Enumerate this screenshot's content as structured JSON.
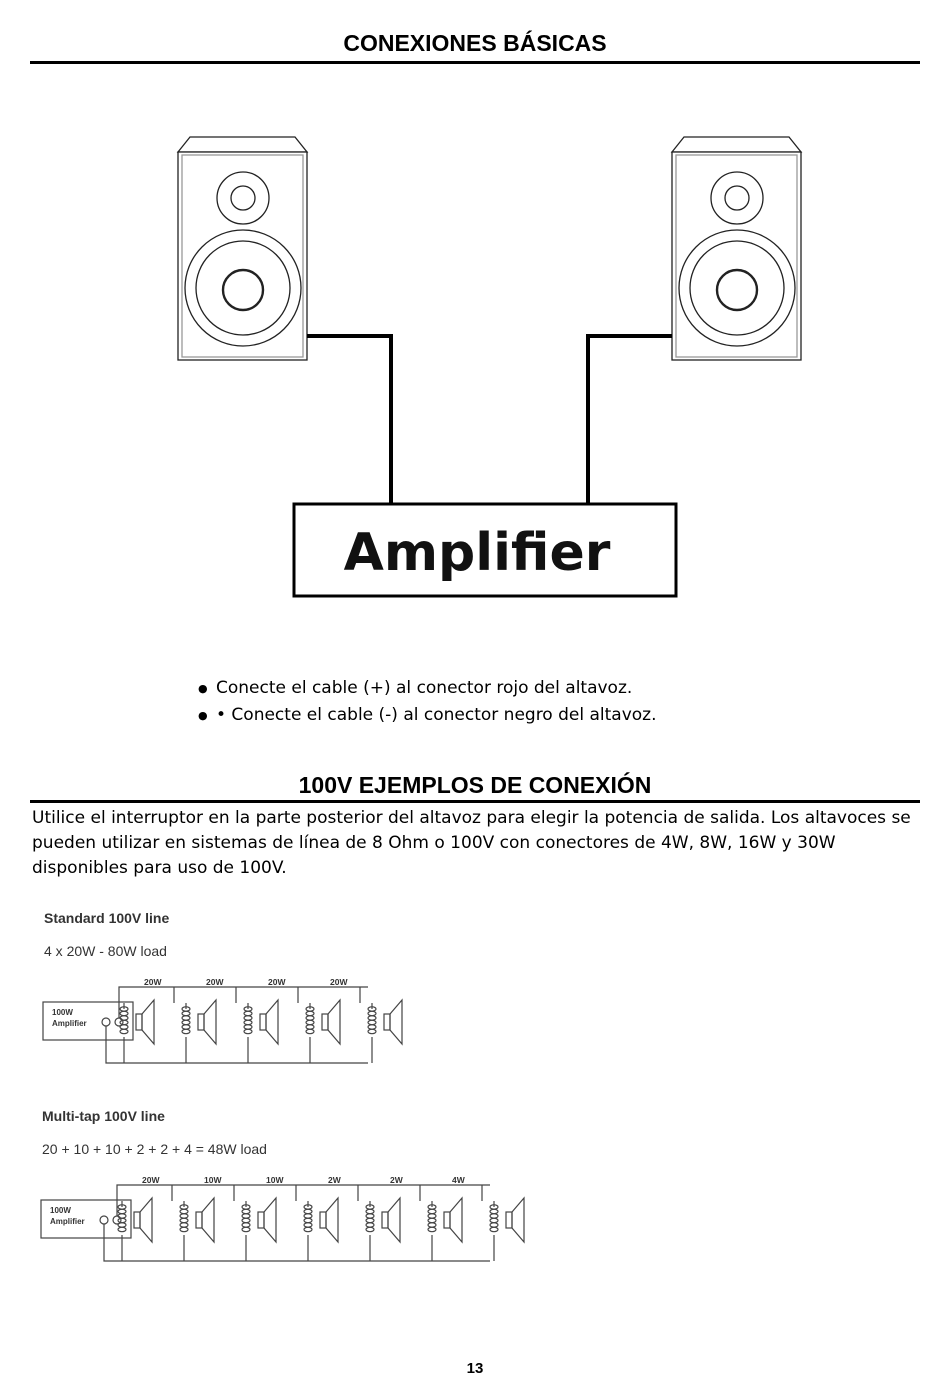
{
  "page": {
    "heading": "CONEXIONES BÁSICAS",
    "page_number": "13"
  },
  "diagram_basic": {
    "amplifier_label": "Amplifier"
  },
  "bullets": [
    "Conecte el cable (+) al conector rojo del altavoz.",
    "• Conecte el cable (-) al conector negro del altavoz."
  ],
  "section2": {
    "heading": "100V EJEMPLOS DE CONEXIÓN",
    "paragraph": "Utilice el interruptor en la parte posterior del altavoz para elegir la potencia de salida. Los altavoces se pueden utilizar en sistemas de línea de 8 Ohm o 100V con conectores de 4W, 8W, 16W y 30W disponibles para uso de 100V."
  },
  "diagram_standard": {
    "title": "Standard 100V line",
    "load": "4 x 20W - 80W load",
    "amp_line1": "100W",
    "amp_line2": "Amplifier",
    "taps": [
      "20W",
      "20W",
      "20W",
      "20W"
    ]
  },
  "diagram_multitap": {
    "title": "Multi-tap 100V line",
    "load": "20 + 10 + 10 + 2 + 2 + 4 = 48W load",
    "amp_line1": "100W",
    "amp_line2": "Amplifier",
    "taps": [
      "20W",
      "10W",
      "10W",
      "2W",
      "2W",
      "4W"
    ]
  }
}
